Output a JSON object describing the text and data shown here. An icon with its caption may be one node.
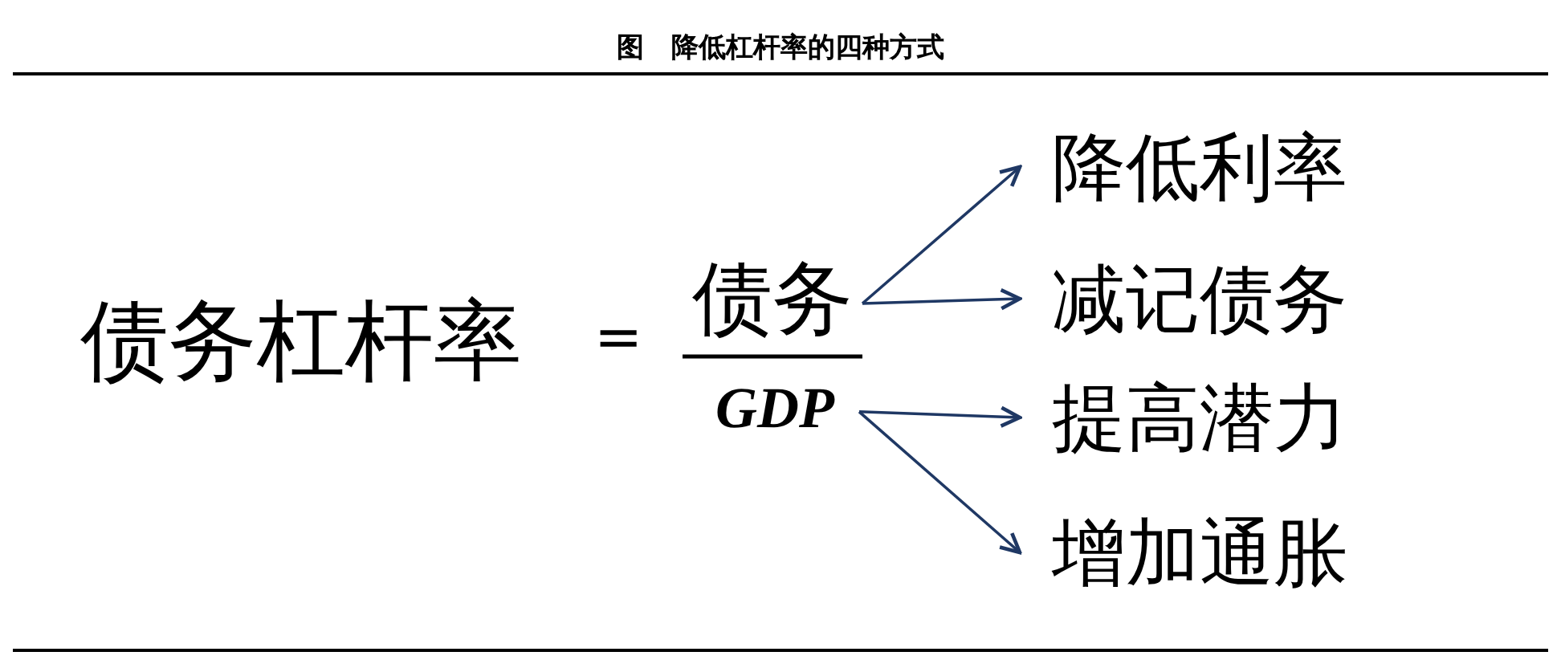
{
  "diagram": {
    "title": "图　降低杠杆率的四种方式",
    "nodes": [
      {
        "text": [
          "债务"
        ]
      },
      {
        "text": [
          "GDP"
        ]
      },
      {
        "text": [
          "降低利率"
        ]
      },
      {
        "text": [
          "减记债务"
        ]
      },
      {
        "text": [
          "提高潜力"
        ]
      },
      {
        "text": [
          "增加通胀"
        ]
      }
    ],
    "edges": [
      {
        "from": 0,
        "to": 2,
        "arrow": "to"
      },
      {
        "from": 0,
        "to": 3,
        "arrow": "to"
      },
      {
        "from": 1,
        "to": 4,
        "arrow": "to"
      },
      {
        "from": 1,
        "to": 5,
        "arrow": "to"
      }
    ],
    "labels": [
      "债务杠杆率",
      "="
    ]
  }
}
